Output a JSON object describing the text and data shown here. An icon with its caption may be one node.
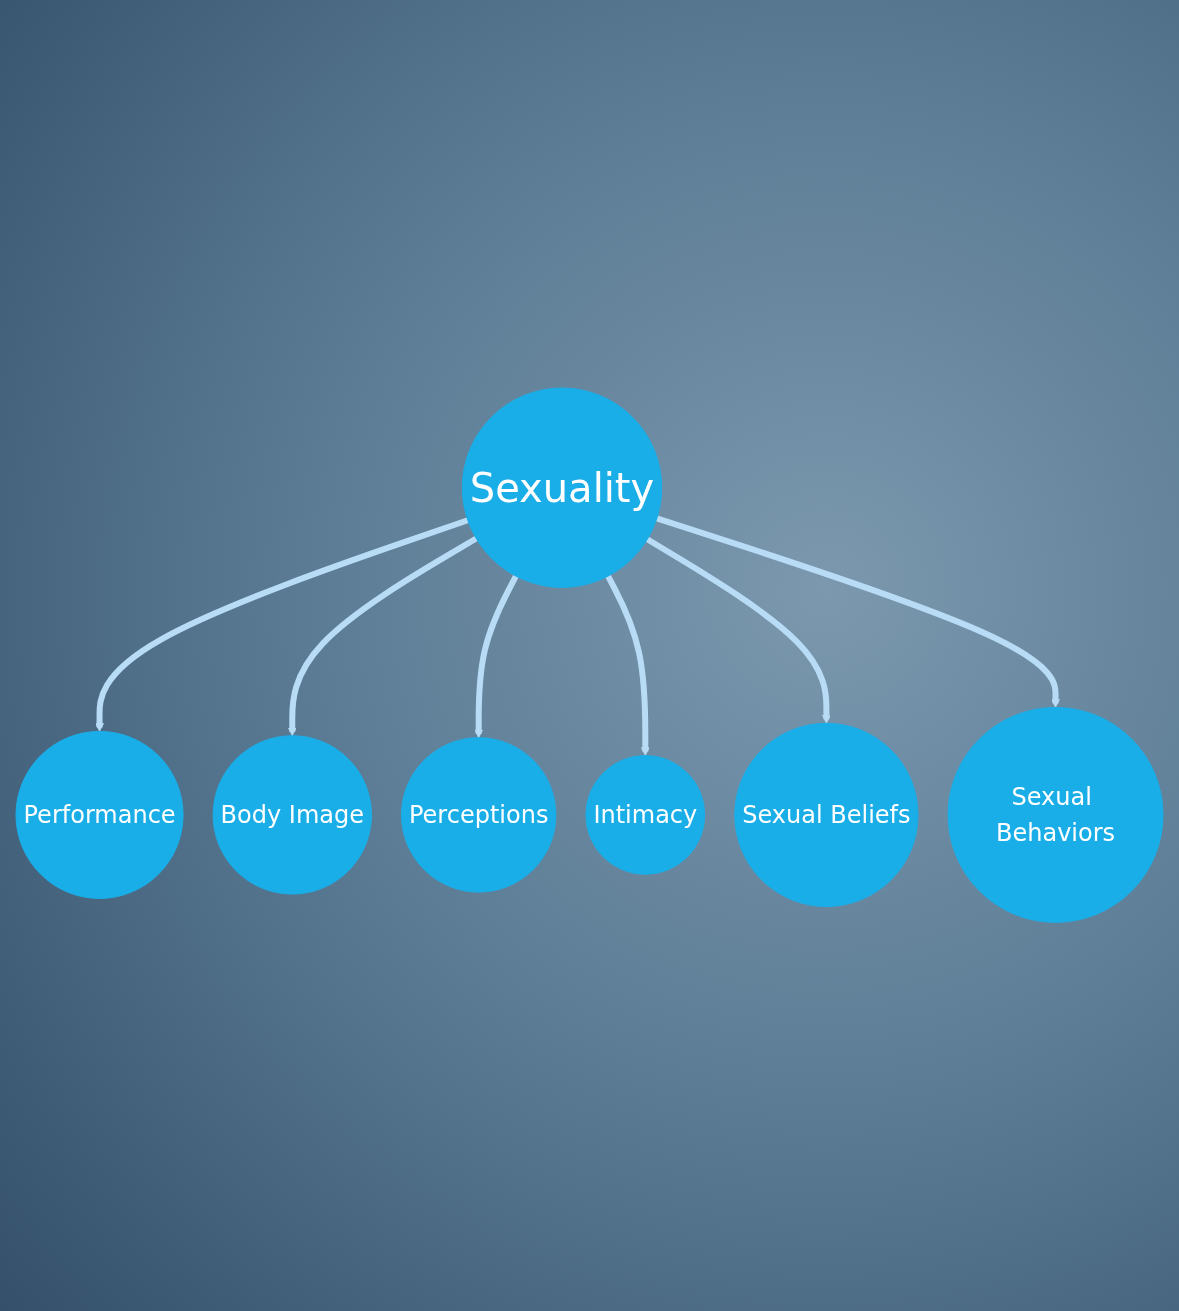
{
  "diagram": {
    "nodes": [
      {
        "text": [
          "Performance"
        ]
      },
      {
        "text": [
          "Sexual Behaviors"
        ]
      },
      {
        "text": [
          "Body Image"
        ]
      },
      {
        "text": [
          "Sexuality"
        ]
      },
      {
        "text": [
          "Sexual Beliefs"
        ]
      },
      {
        "text": [
          "Perceptions"
        ]
      },
      {
        "text": [
          "Intimacy"
        ]
      }
    ],
    "edges": [
      {
        "from": 3,
        "to": 0,
        "arrow": "to"
      },
      {
        "from": 3,
        "to": 2,
        "arrow": "to"
      },
      {
        "from": 3,
        "to": 5,
        "arrow": "to"
      },
      {
        "from": 3,
        "to": 6,
        "arrow": "to"
      },
      {
        "from": 3,
        "to": 4,
        "arrow": "to"
      },
      {
        "from": 3,
        "to": 1,
        "arrow": "to"
      }
    ]
  }
}
